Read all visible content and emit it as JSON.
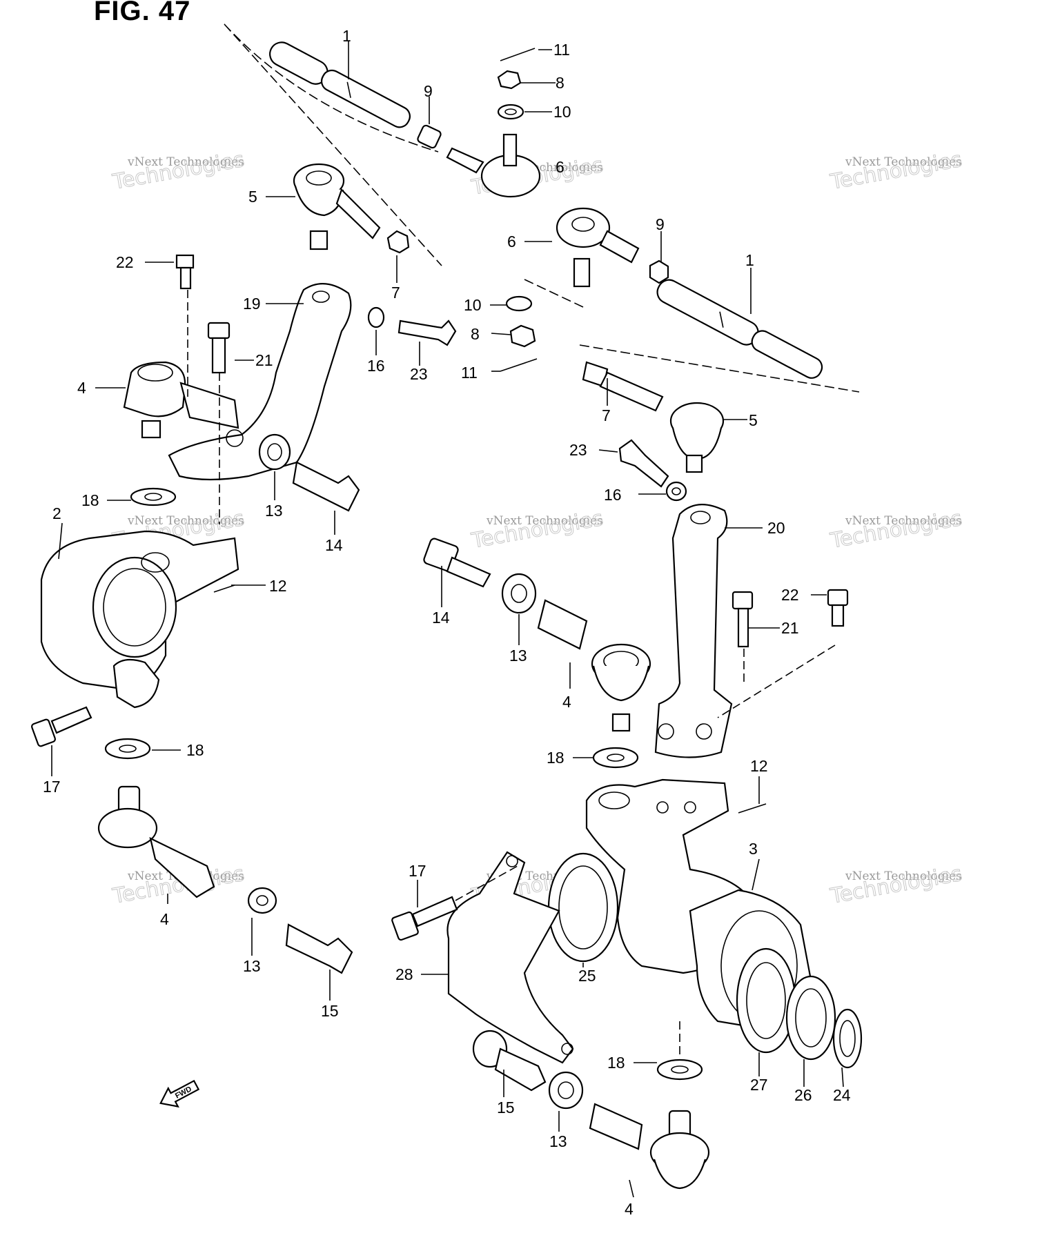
{
  "figure": {
    "title": "FIG. 47",
    "fwd_label": "FWD"
  },
  "callouts": [
    {
      "id": "c1a",
      "text": "1"
    },
    {
      "id": "c1b",
      "text": "1"
    },
    {
      "id": "c2",
      "text": "2"
    },
    {
      "id": "c3",
      "text": "3"
    },
    {
      "id": "c4a",
      "text": "4"
    },
    {
      "id": "c4b",
      "text": "4"
    },
    {
      "id": "c4c",
      "text": "4"
    },
    {
      "id": "c4d",
      "text": "4"
    },
    {
      "id": "c5a",
      "text": "5"
    },
    {
      "id": "c5b",
      "text": "5"
    },
    {
      "id": "c6a",
      "text": "6"
    },
    {
      "id": "c6b",
      "text": "6"
    },
    {
      "id": "c7a",
      "text": "7"
    },
    {
      "id": "c7b",
      "text": "7"
    },
    {
      "id": "c8a",
      "text": "8"
    },
    {
      "id": "c8b",
      "text": "8"
    },
    {
      "id": "c9a",
      "text": "9"
    },
    {
      "id": "c9b",
      "text": "9"
    },
    {
      "id": "c10a",
      "text": "10"
    },
    {
      "id": "c10b",
      "text": "10"
    },
    {
      "id": "c11a",
      "text": "11"
    },
    {
      "id": "c11b",
      "text": "11"
    },
    {
      "id": "c12a",
      "text": "12"
    },
    {
      "id": "c12b",
      "text": "12"
    },
    {
      "id": "c13a",
      "text": "13"
    },
    {
      "id": "c13b",
      "text": "13"
    },
    {
      "id": "c13c",
      "text": "13"
    },
    {
      "id": "c13d",
      "text": "13"
    },
    {
      "id": "c14a",
      "text": "14"
    },
    {
      "id": "c14b",
      "text": "14"
    },
    {
      "id": "c15a",
      "text": "15"
    },
    {
      "id": "c15b",
      "text": "15"
    },
    {
      "id": "c16a",
      "text": "16"
    },
    {
      "id": "c16b",
      "text": "16"
    },
    {
      "id": "c17a",
      "text": "17"
    },
    {
      "id": "c17b",
      "text": "17"
    },
    {
      "id": "c18a",
      "text": "18"
    },
    {
      "id": "c18b",
      "text": "18"
    },
    {
      "id": "c18c",
      "text": "18"
    },
    {
      "id": "c18d",
      "text": "18"
    },
    {
      "id": "c19",
      "text": "19"
    },
    {
      "id": "c20",
      "text": "20"
    },
    {
      "id": "c21a",
      "text": "21"
    },
    {
      "id": "c21b",
      "text": "21"
    },
    {
      "id": "c22a",
      "text": "22"
    },
    {
      "id": "c22b",
      "text": "22"
    },
    {
      "id": "c23a",
      "text": "23"
    },
    {
      "id": "c23b",
      "text": "23"
    },
    {
      "id": "c24",
      "text": "24"
    },
    {
      "id": "c25",
      "text": "25"
    },
    {
      "id": "c26",
      "text": "26"
    },
    {
      "id": "c27",
      "text": "27"
    },
    {
      "id": "c28",
      "text": "28"
    }
  ],
  "watermark": {
    "line1": "vNext Technologies",
    "line2": "vNext",
    "line3": "Technologies"
  }
}
